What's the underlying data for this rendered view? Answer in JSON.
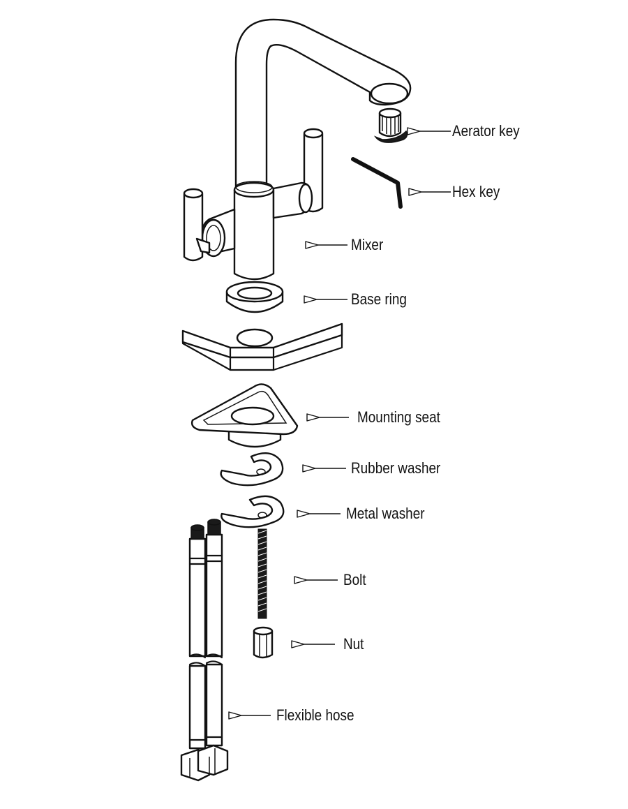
{
  "figure": {
    "labels": {
      "aerator_key": "Aerator key",
      "hex_key": "Hex key",
      "mixer": "Mixer",
      "base_ring": "Base ring",
      "mounting_seat": "Mounting seat",
      "rubber_washer": "Rubber washer",
      "metal_washer": "Metal washer",
      "bolt": "Bolt",
      "nut": "Nut",
      "flexible_hose": "Flexible hose"
    }
  }
}
